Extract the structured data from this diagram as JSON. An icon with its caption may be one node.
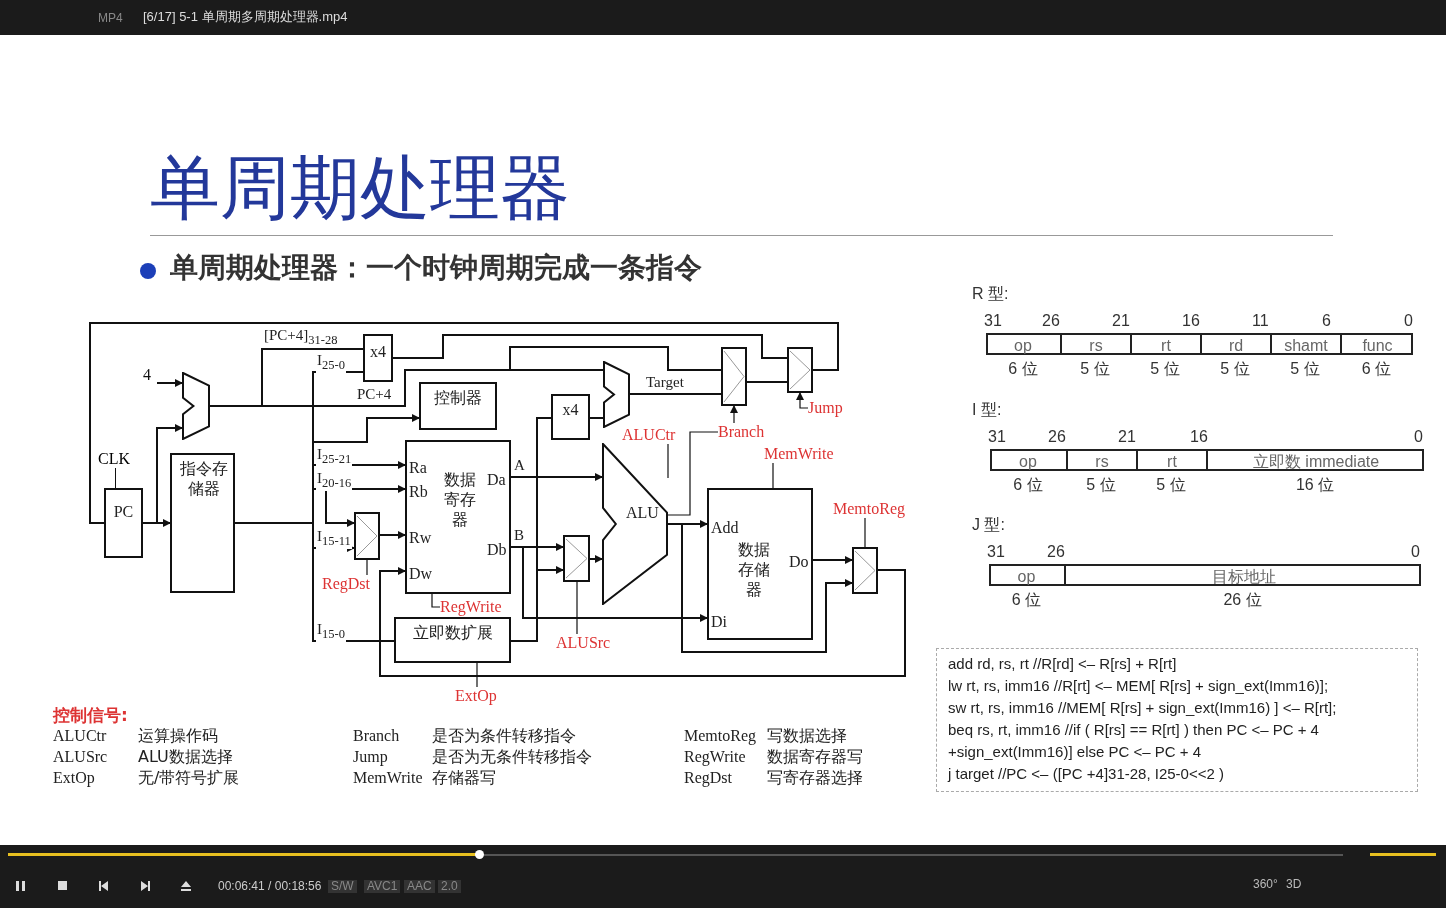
{
  "diagram": {
    "title": "单周期处理器",
    "nodes": [
      {
        "text": [
          "PC"
        ],
        "beside": [
          "CLK"
        ]
      },
      {
        "text": [],
        "shape": "trapezoid"
      },
      {
        "text": [
          "4"
        ]
      },
      {
        "text": [
          "指令存储器"
        ]
      },
      {
        "text": [
          "x4"
        ]
      },
      {
        "text": [
          "控制器"
        ]
      },
      {
        "text": [
          "Ra",
          "Rb",
          "Rw",
          "Dw",
          "数据寄存器",
          "Da",
          "Db"
        ]
      },
      {
        "text": [],
        "shape": "box"
      },
      {
        "text": [
          "立即数扩展"
        ]
      },
      {
        "text": [
          "x4"
        ]
      },
      {
        "text": [],
        "shape": "trapezoid"
      },
      {
        "text": [
          "ALU"
        ]
      },
      {
        "text": [],
        "shape": "box"
      },
      {
        "text": [
          "Add",
          "数据存储器",
          "Do",
          "Di"
        ]
      },
      {
        "text": [],
        "shape": "box"
      },
      {
        "text": [],
        "shape": "box"
      },
      {
        "text": [],
        "shape": "box"
      },
      {
        "text": [
          "RegDst"
        ]
      },
      {
        "text": [
          "RegWrite"
        ]
      },
      {
        "text": [
          "ExtOp"
        ]
      },
      {
        "text": [
          "ALUSrc"
        ]
      },
      {
        "text": [
          "ALUCtr"
        ]
      },
      {
        "text": [
          "Branch"
        ]
      },
      {
        "text": [
          "Jump"
        ]
      },
      {
        "text": [
          "MemWrite"
        ]
      },
      {
        "text": [
          "MemtoReg"
        ]
      }
    ],
    "edges": [
      {
        "from": 0,
        "to": 3,
        "arrow": "to"
      },
      {
        "from": 0,
        "to": 1,
        "arrow": "to"
      },
      {
        "from": 2,
        "to": 1,
        "arrow": "to"
      },
      {
        "from": 1,
        "to": 4,
        "arrow": "none",
        "label": "[PC+4]$_{31-28}$"
      },
      {
        "from": 3,
        "to": 4,
        "arrow": "none",
        "label": "I$_{25-0}$"
      },
      {
        "from": 1,
        "to": 10,
        "arrow": "none",
        "label": "PC+4"
      },
      {
        "from": 1,
        "to": 14,
        "arrow": "none"
      },
      {
        "from": 4,
        "to": 15,
        "arrow": "none"
      },
      {
        "from": 3,
        "to": 5,
        "arrow": "to"
      },
      {
        "from": 3,
        "to": 6,
        "arrow": "to",
        "label": "I$_{25-21}$"
      },
      {
        "from": 3,
        "to": 6,
        "arrow": "to",
        "label": "I$_{20-16}$"
      },
      {
        "from": 3,
        "to": 7,
        "arrow": "to"
      },
      {
        "from": 3,
        "to": 7,
        "arrow": "to",
        "label": "I$_{15-11}$"
      },
      {
        "from": 7,
        "to": 6,
        "arrow": "to"
      },
      {
        "from": 3,
        "to": 8,
        "arrow": "none",
        "label": "I$_{15-0}$"
      },
      {
        "from": 6,
        "to": 11,
        "arrow": "to",
        "label": "A"
      },
      {
        "from": 6,
        "to": 12,
        "arrow": "to",
        "label": "B"
      },
      {
        "from": 6,
        "to": 13,
        "arrow": "to"
      },
      {
        "from": 8,
        "to": 12,
        "arrow": "to"
      },
      {
        "from": 8,
        "to": 9,
        "arrow": "none"
      },
      {
        "from": 9,
        "to": 10,
        "arrow": "none"
      },
      {
        "from": 12,
        "to": 11,
        "arrow": "to"
      },
      {
        "from": 10,
        "to": 14,
        "arrow": "none",
        "label": "Target"
      },
      {
        "from": 11,
        "to": 13,
        "arrow": "to"
      },
      {
        "from": 11,
        "to": 16,
        "arrow": "to"
      },
      {
        "from": 13,
        "to": 16,
        "arrow": "to"
      },
      {
        "from": 16,
        "to": 6,
        "arrow": "to"
      },
      {
        "from": 14,
        "to": 15,
        "arrow": "none"
      },
      {
        "from": 15,
        "to": 0,
        "arrow": "none"
      },
      {
        "from": 11,
        "to": 22,
        "arrow": "none"
      },
      {
        "from": 17,
        "to": 7,
        "arrow": "none"
      },
      {
        "from": 18,
        "to": 6,
        "arrow": "none"
      },
      {
        "from": 19,
        "to": 8,
        "arrow": "none"
      },
      {
        "from": 20,
        "to": 12,
        "arrow": "none"
      },
      {
        "from": 21,
        "to": 11,
        "arrow": "none"
      },
      {
        "from": 22,
        "to": 14,
        "arrow": "to"
      },
      {
        "from": 23,
        "to": 15,
        "arrow": "to"
      },
      {
        "from": 24,
        "to": 13,
        "arrow": "none"
      },
      {
        "from": 25,
        "to": 16,
        "arrow": "none"
      }
    ],
    "labels": [
      "单周期处理器：一个时钟周期完成一条指令",
      "R 型:",
      "31",
      "26",
      "21",
      "16",
      "11",
      "6",
      "0",
      "op",
      "rs",
      "rt",
      "rd",
      "shamt",
      "func",
      "6 位",
      "5 位",
      "5 位",
      "5 位",
      "5 位",
      "6 位",
      "I 型:",
      "31",
      "26",
      "21",
      "16",
      "0",
      "op",
      "rs",
      "rt",
      "立即数  immediate",
      "6 位",
      "5 位",
      "5 位",
      "16 位",
      "J 型:",
      "31",
      "26",
      "0",
      "op",
      "目标地址",
      "6 位",
      "26 位",
      "add rd, rs, rt   //R[rd] <– R[rs] + R[rt]",
      "lw rt, rs, imm16  //R[rt] <– MEM[ R[rs] + sign_ext(Imm16)];",
      "sw rt, rs, imm16  //MEM[ R[rs] + sign_ext(Imm16) ] <– R[rt];",
      "beq rs, rt, imm16   //if ( R[rs] == R[rt] ) then PC <– PC + 4",
      "+sign_ext(Imm16)] else PC <– PC + 4",
      "j target   //PC <– ([PC +4]31-28, I25-0<<2 )",
      "控制信号:",
      "ALUCtr",
      "运算操作码",
      "Branch",
      "是否为条件转移指令",
      "MemtoReg",
      "写数据选择",
      "ALUSrc",
      "ALU数据选择",
      "Jump",
      "是否为无条件转移指令",
      "RegWrite",
      "数据寄存器写",
      "ExtOp",
      "无/带符号扩展",
      "MemWrite",
      "存储器写",
      "RegDst",
      "写寄存器选择",
      "MP4",
      "[6/17] 5-1 单周期多周期处理器.mp4",
      "00:06:41 / 00:18:56",
      "S/W",
      "AVC1",
      "AAC",
      "2.0",
      "360°",
      "3D"
    ]
  }
}
